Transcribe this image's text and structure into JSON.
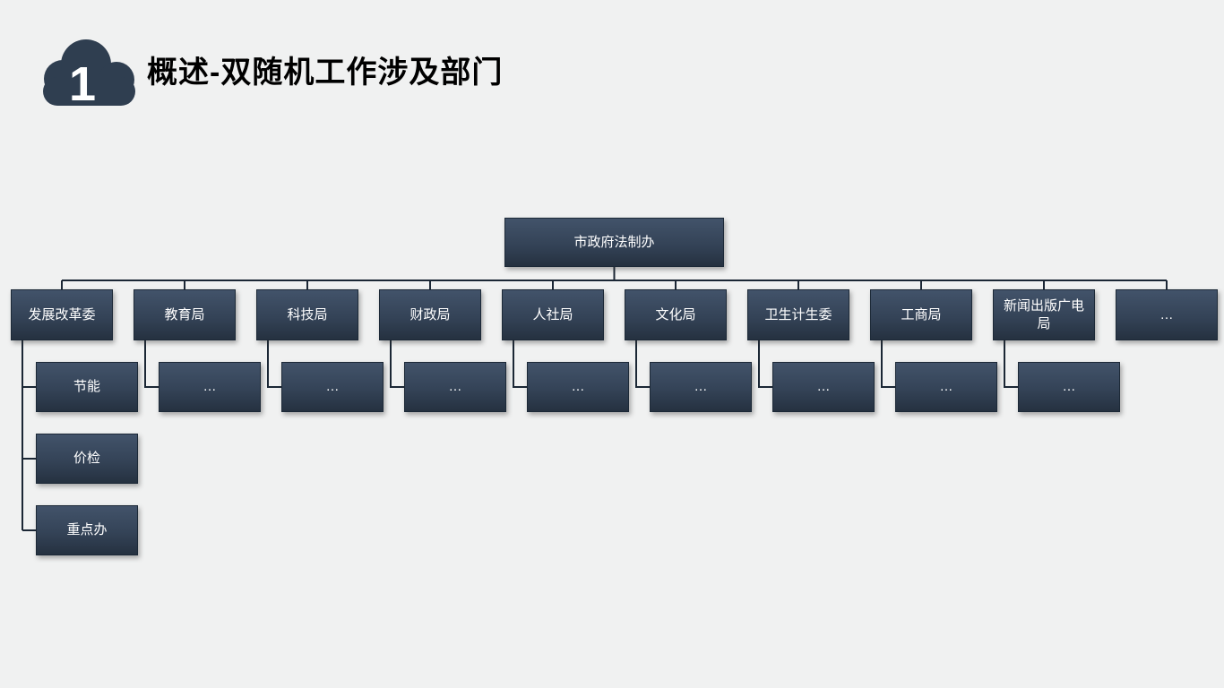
{
  "slide": {
    "badge_number": "1",
    "title": "概述-双随机工作涉及部门"
  },
  "colors": {
    "background": "#f0f1f1",
    "node_gradient_top": "#42536a",
    "node_gradient_bottom": "#253140",
    "node_border": "#1c2937",
    "node_text": "#ffffff",
    "connector": "#1b2735",
    "badge_icon": "#2f3e50",
    "title_text": "#000000"
  },
  "org_chart": {
    "root": {
      "label": "市政府法制办"
    },
    "departments": [
      {
        "label": "发展改革委",
        "children": [
          "节能",
          "价检",
          "重点办"
        ]
      },
      {
        "label": "教育局",
        "children": [
          "…"
        ]
      },
      {
        "label": "科技局",
        "children": [
          "…"
        ]
      },
      {
        "label": "财政局",
        "children": [
          "…"
        ]
      },
      {
        "label": "人社局",
        "children": [
          "…"
        ]
      },
      {
        "label": "文化局",
        "children": [
          "…"
        ]
      },
      {
        "label": "卫生计生委",
        "children": [
          "…"
        ]
      },
      {
        "label": "工商局",
        "children": [
          "…"
        ]
      },
      {
        "label": "新闻出版广电局",
        "children": [
          "…"
        ]
      },
      {
        "label": "…",
        "children": []
      }
    ]
  }
}
